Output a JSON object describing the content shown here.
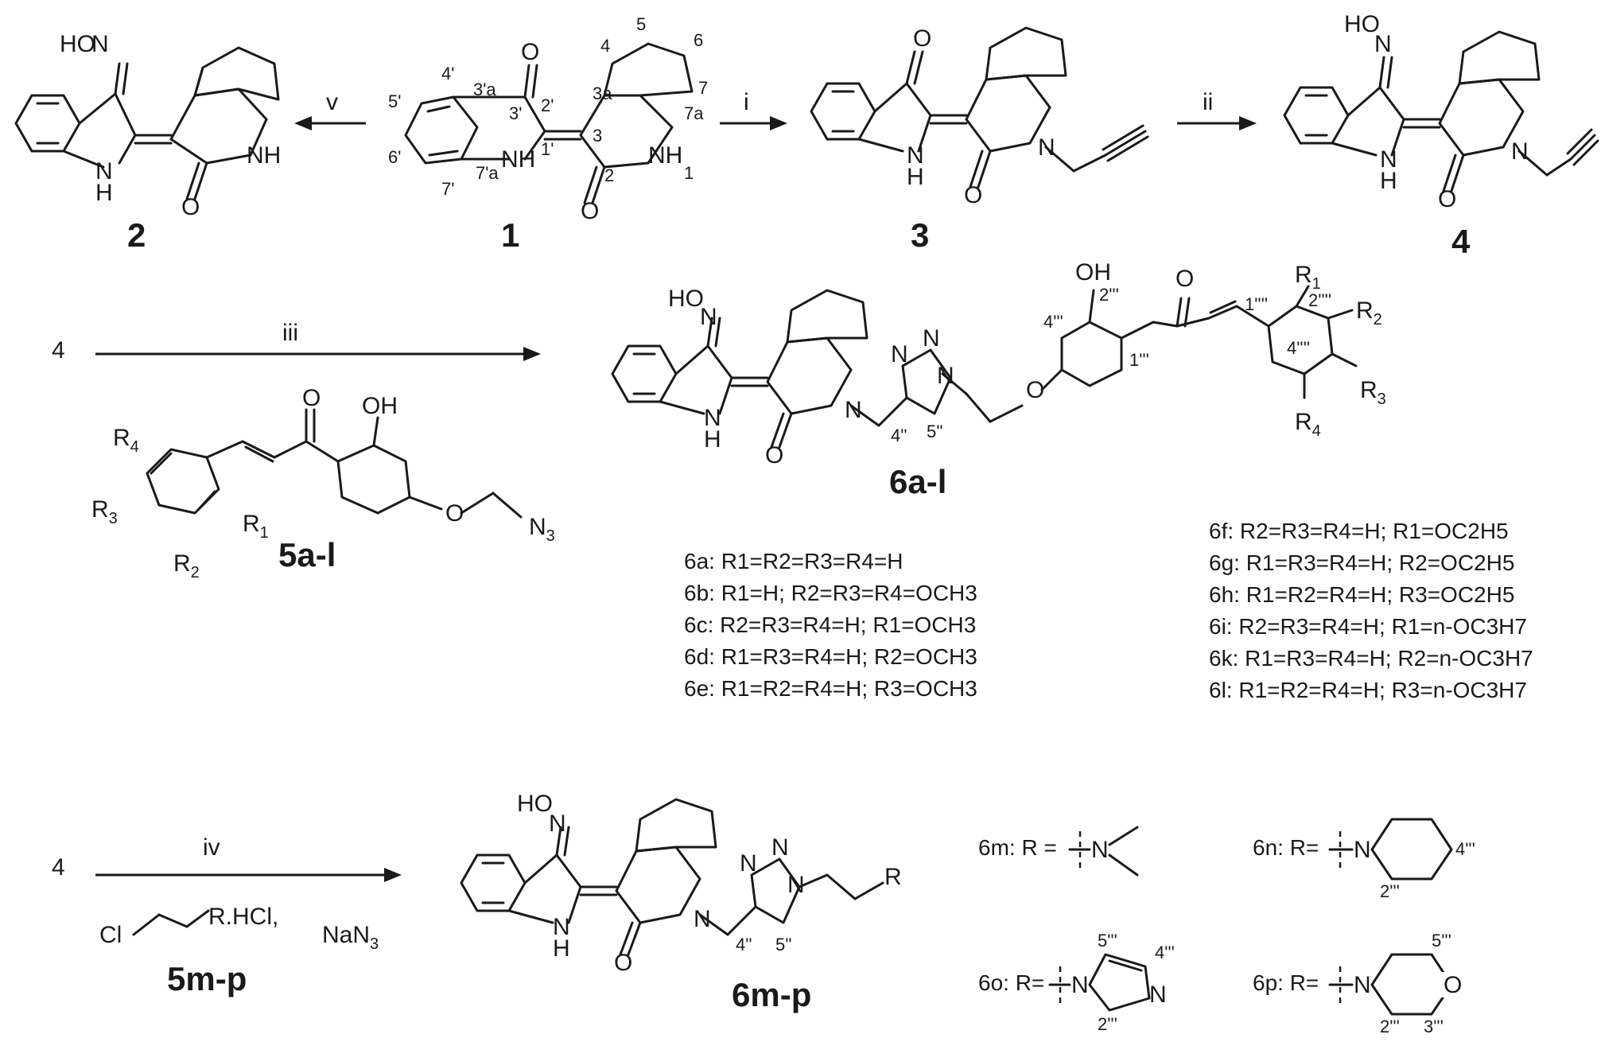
{
  "compounds": {
    "c1": "1",
    "c2": "2",
    "c3": "3",
    "c4": "4",
    "c5al": "5a-l",
    "c6al": "6a-l",
    "c5mp": "5m-p",
    "c6mp": "6m-p"
  },
  "reagents": {
    "v": "v",
    "i": "i",
    "ii": "ii",
    "iii": "iii",
    "iv": "iv",
    "start4_iii": "4",
    "start4_iv": "4",
    "chloro_cl": "Cl",
    "chloro_r": "R.HCl,",
    "nan3": "NaN3"
  },
  "atoms": {
    "hon": "HO",
    "n": "N",
    "nh": "NH",
    "h": "H",
    "o": "O",
    "oh": "OH",
    "n3": "N3",
    "r": "R",
    "r1": "R1",
    "r2": "R2",
    "r3": "R3",
    "r4": "R4"
  },
  "numbering": {
    "p4": "4'",
    "p5": "5'",
    "p6": "6'",
    "p7": "7'",
    "p3a": "3'a",
    "p7a": "7'a",
    "p3": "3'",
    "p2": "2'",
    "p1": "1'",
    "n3a": "3a",
    "n3": "3",
    "n2": "2",
    "n1": "1",
    "n4": "4",
    "n5": "5",
    "n6": "6",
    "n7": "7",
    "n7a": "7a",
    "t4": "4''",
    "t5": "5''",
    "b4": "4'''",
    "b2": "2'''",
    "b1": "1'''",
    "a1": "1''''",
    "a2": "2''''",
    "a4": "4''''",
    "q5": "5'''",
    "q4": "4'''",
    "q2": "2'''",
    "q3": "3'''"
  },
  "definitions_left": [
    "6a: R1=R2=R3=R4=H",
    "6b: R1=H; R2=R3=R4=OCH3",
    "6c: R2=R3=R4=H; R1=OCH3",
    "6d: R1=R3=R4=H; R2=OCH3",
    "6e: R1=R2=R4=H; R3=OCH3"
  ],
  "definitions_right": [
    "6f: R2=R3=R4=H; R1=OC2H5",
    "6g: R1=R3=R4=H; R2=OC2H5",
    "6h: R1=R2=R4=H; R3=OC2H5",
    "6i: R2=R3=R4=H; R1=n-OC3H7",
    "6k: R1=R3=R4=H; R2=n-OC3H7",
    "6l: R1=R2=R4=H; R3=n-OC3H7"
  ],
  "r_groups": {
    "m": "6m: R =",
    "n": "6n: R=",
    "o": "6o: R=",
    "p": "6p: R="
  }
}
